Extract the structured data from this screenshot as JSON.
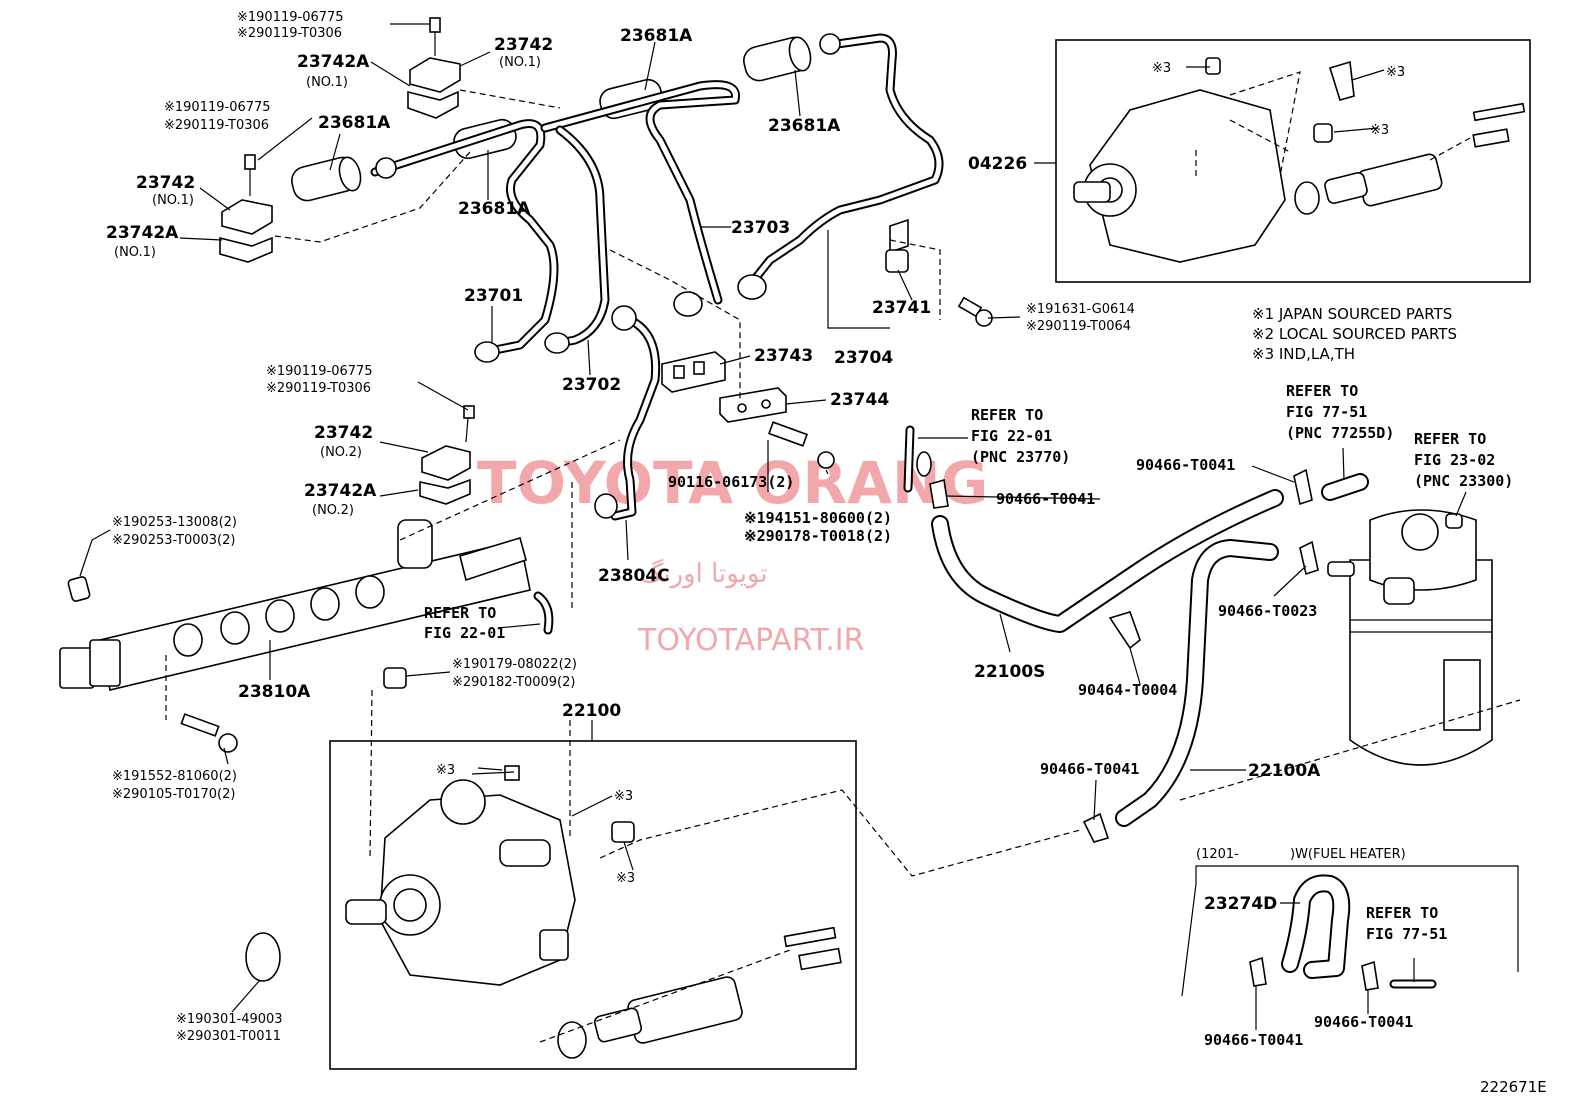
{
  "labels": {
    "p23742_top": "23742",
    "p23742_top_sub": "(NO.1)",
    "p23742A_top": "23742A",
    "p23742A_top_sub": "(NO.1)",
    "bolt_a1": "※190119-06775",
    "bolt_a2": "※290119-T0306",
    "bolt_b1": "※190119-06775",
    "bolt_b2": "※290119-T0306",
    "p23681A_left": "23681A",
    "p23742_left": "23742",
    "p23742_left_sub": "(NO.1)",
    "p23742A_left": "23742A",
    "p23742A_left_sub": "(NO.1)",
    "p23681A_mid": "23681A",
    "p23681A_top": "23681A",
    "p23681A_right": "23681A",
    "p23703": "23703",
    "p23701": "23701",
    "p23702": "23702",
    "p23743": "23743",
    "p23744": "23744",
    "p23741": "23741",
    "p23704": "23704",
    "p04226": "04226",
    "bolt_c1": "※191631-G0614",
    "bolt_c2": "※290119-T0064",
    "bolt_d1": "※190119-06775",
    "bolt_d2": "※290119-T0306",
    "p23742_no2": "23742",
    "p23742_no2_sub": "(NO.2)",
    "p23742A_no2": "23742A",
    "p23742A_no2_sub": "(NO.2)",
    "refer_a1": "REFER TO",
    "refer_a2": "FIG 22-01",
    "refer_a3": "(PNC 23770)",
    "p90116": "90116-06173(2)",
    "nut_1": "※194151-80600(2)",
    "nut_2": "※290178-T0018(2)",
    "p23804C": "23804C",
    "plug_1": "※190253-13008(2)",
    "plug_2": "※290253-T0003(2)",
    "refer_b1": "REFER TO",
    "refer_b2": "FIG 22-01",
    "p23810A": "23810A",
    "washer_1": "※190179-08022(2)",
    "washer_2": "※290182-T0009(2)",
    "p22100": "22100",
    "bolt_e1": "※191552-81060(2)",
    "bolt_e2": "※290105-T0170(2)",
    "mark3_a": "※3",
    "mark3_b": "※3",
    "mark3_c": "※3",
    "mark3_d": "※3",
    "mark3_e": "※3",
    "mark3_f": "※3",
    "oring_1": "※190301-49003",
    "oring_2": "※290301-T0011",
    "note1": "※1 JAPAN SOURCED PARTS",
    "note2": "※2 LOCAL SOURCED PARTS",
    "note3": "※3 IND,LA,TH",
    "refer_c1": "REFER TO",
    "refer_c2": "FIG 77-51",
    "refer_c3": "(PNC 77255D)",
    "refer_d1": "REFER TO",
    "refer_d2": "FIG 23-02",
    "refer_d3": "(PNC 23300)",
    "clip_a": "90466-T0041",
    "clip_b": "90466-T0041",
    "clip_c": "90466-T0023",
    "p22100S": "22100S",
    "clip_d": "90464-T0004",
    "clip_e": "90466-T0041",
    "p22100A": "22100A",
    "heater_title_a": "(1201-",
    "heater_title_b": ")W(FUEL HEATER)",
    "p23274D": "23274D",
    "refer_e1": "REFER TO",
    "refer_e2": "FIG 77-51",
    "clip_f": "90466-T0041",
    "clip_g": "90466-T0041",
    "fig_id": "222671E"
  },
  "watermark": {
    "line1": "TOYOTA ORANG",
    "line2": "تویوتا اورنگ",
    "line3": "TOYOTAPART.IR",
    "color": "#f2a8aa"
  }
}
